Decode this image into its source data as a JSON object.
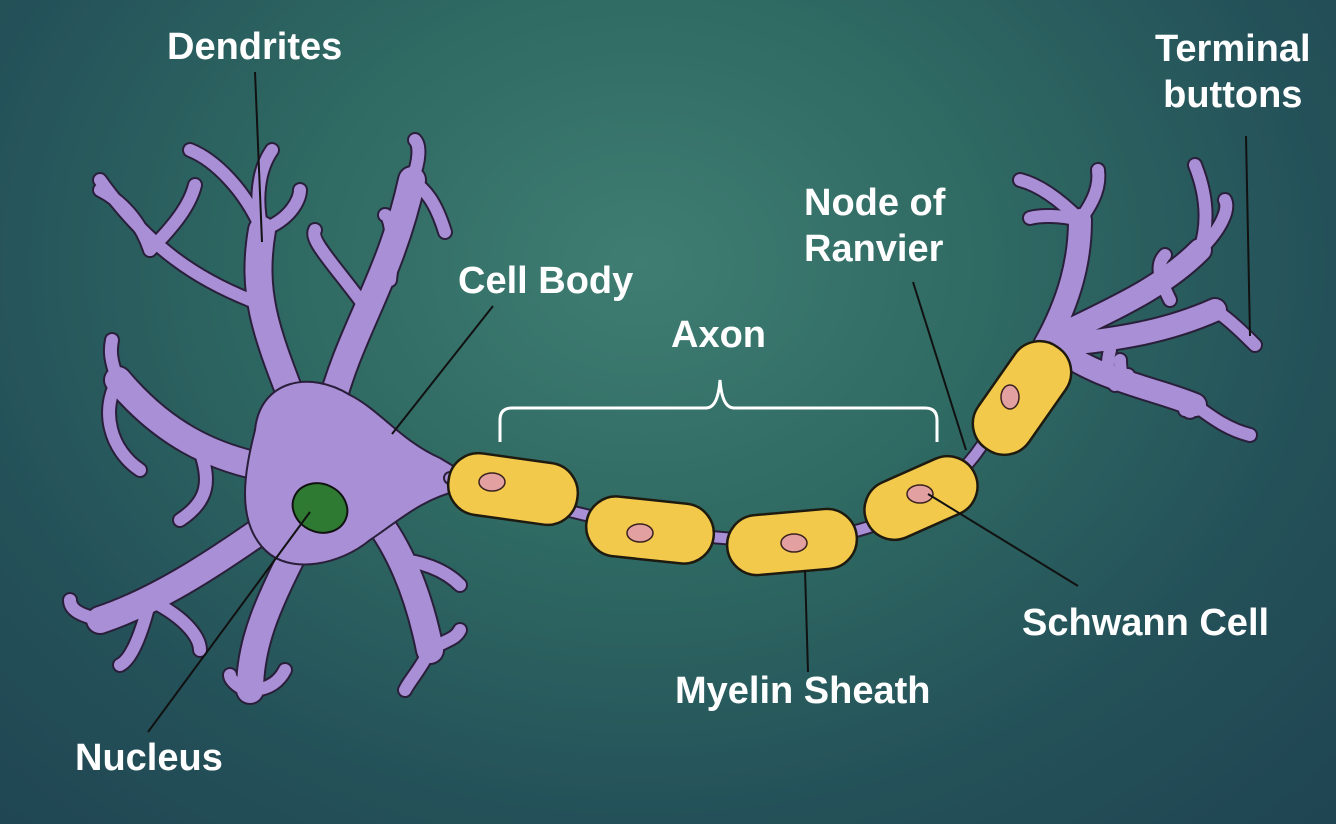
{
  "labels": {
    "dendrites": "Dendrites",
    "cell_body": "Cell Body",
    "axon": "Axon",
    "node_of_ranvier_line1": "Node of",
    "node_of_ranvier_line2": "Ranvier",
    "terminal_buttons_line1": "Terminal",
    "terminal_buttons_line2": "buttons",
    "schwann_cell": "Schwann Cell",
    "myelin_sheath": "Myelin Sheath",
    "nucleus": "Nucleus"
  },
  "colors": {
    "background": "#2f6a63",
    "neuron": "#a98fd6",
    "myelin": "#f2c94a",
    "nucleus": "#2f7a32",
    "schwann_nucleus": "#e2a0a0",
    "label_text": "#ffffff",
    "leader_line": "#111111"
  }
}
